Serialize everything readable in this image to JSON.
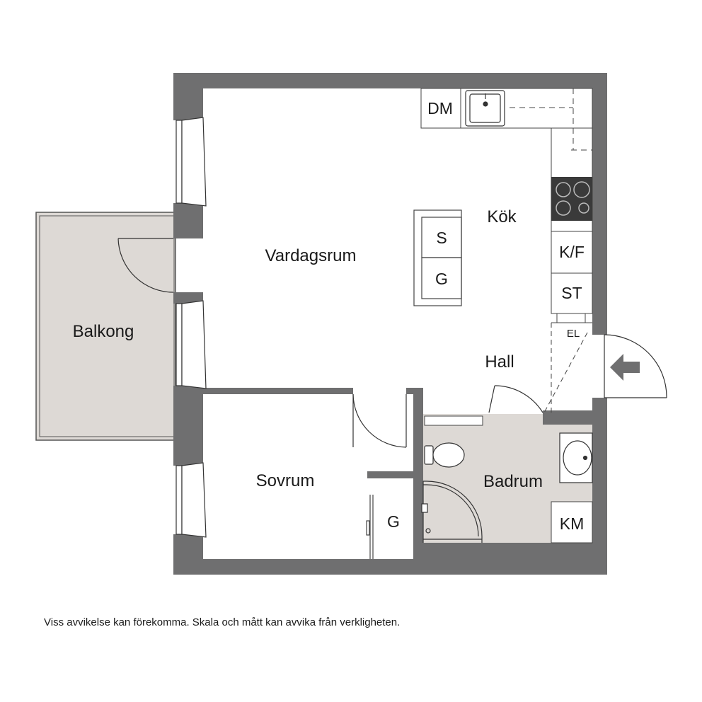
{
  "rooms": {
    "vardagsrum": "Vardagsrum",
    "kok": "Kök",
    "balkong": "Balkong",
    "hall": "Hall",
    "sovrum": "Sovrum",
    "badrum": "Badrum"
  },
  "fixtures": {
    "dm": "DM",
    "sofa_s": "S",
    "sofa_g": "G",
    "kf": "K/F",
    "st": "ST",
    "el": "EL",
    "wardrobe_g": "G",
    "km": "KM"
  },
  "colors": {
    "wall": "#6f6f70",
    "balcony_fill": "#ddd9d5",
    "bathroom_fill": "#ddd9d5",
    "stove": "#3a3a3a"
  },
  "footer": {
    "disclaimer": "Viss avvikelse kan förekomma. Skala och mått kan avvika från verkligheten."
  }
}
